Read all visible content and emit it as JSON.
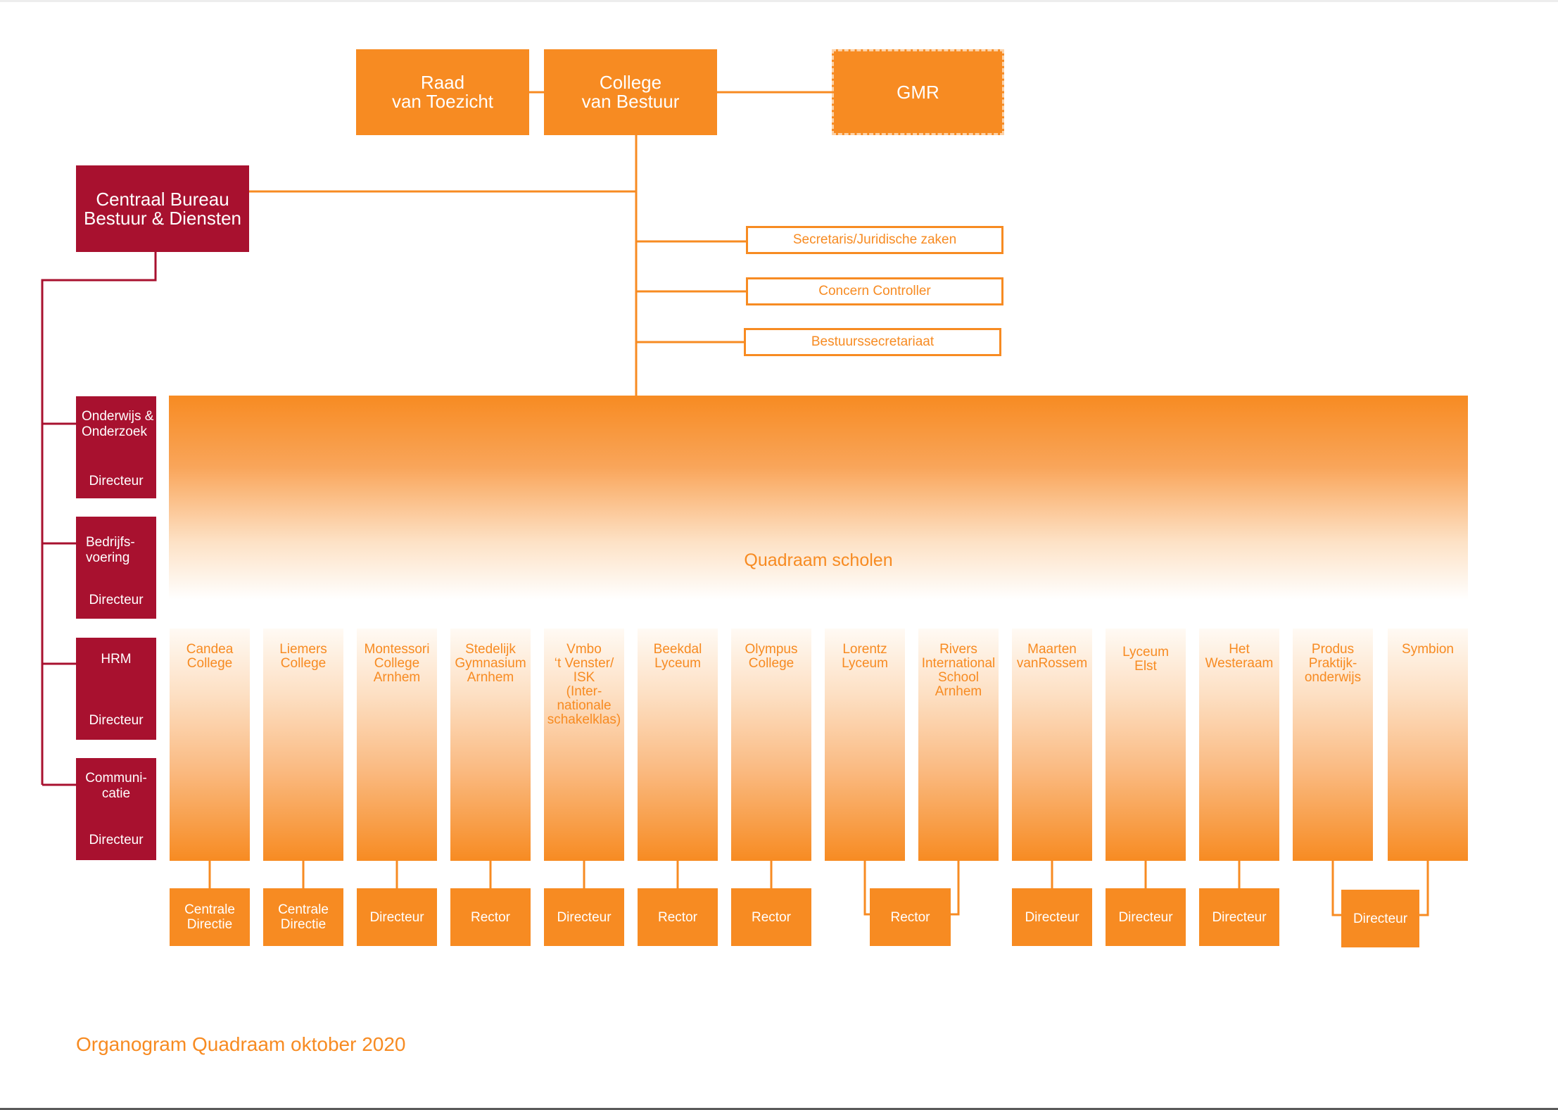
{
  "governance": {
    "raad": "Raad\nvan Toezicht",
    "college": "College\nvan Bestuur",
    "gmr": "GMR"
  },
  "staff": {
    "secretaris": "Secretaris/Juridische zaken",
    "controller": "Concern Controller",
    "secretariaat": "Bestuurssecretariaat"
  },
  "central_bureau": {
    "title": "Centraal Bureau\nBestuur & Diensten",
    "departments": [
      {
        "name": "Onderwijs &\nOnderzoek",
        "role": "Directeur"
      },
      {
        "name": "Bedrijfs-\nvoering",
        "role": "Directeur"
      },
      {
        "name": "HRM",
        "role": "Directeur"
      },
      {
        "name": "Communi-\ncatie",
        "role": "Directeur"
      }
    ]
  },
  "schools_group": {
    "label": "Quadraam scholen"
  },
  "schools": [
    {
      "name": "Candea\nCollege"
    },
    {
      "name": "Liemers\nCollege"
    },
    {
      "name": "Montessori\nCollege\nArnhem"
    },
    {
      "name": "Stedelijk\nGymnasium\nArnhem"
    },
    {
      "name": "Vmbo\n‘t Venster/\nISK\n(Inter-\nnationale\nschakelklas)"
    },
    {
      "name": "Beekdal\nLyceum"
    },
    {
      "name": "Olympus\nCollege"
    },
    {
      "name": "Lorentz\nLyceum"
    },
    {
      "name": "Rivers\nInternational\nSchool\nArnhem"
    },
    {
      "name": "Maarten\nvanRossem"
    },
    {
      "name": "Lyceum\nElst"
    },
    {
      "name": "Het\nWesteraam"
    },
    {
      "name": "Produs\nPraktijk-\nonderwijs"
    },
    {
      "name": "Symbion"
    }
  ],
  "leadership": [
    {
      "label": "Centrale\nDirectie"
    },
    {
      "label": "Centrale\nDirectie"
    },
    {
      "label": "Directeur"
    },
    {
      "label": "Rector"
    },
    {
      "label": "Directeur"
    },
    {
      "label": "Rector"
    },
    {
      "label": "Rector"
    },
    {
      "label": "Rector"
    },
    {
      "label": "Directeur"
    },
    {
      "label": "Directeur"
    },
    {
      "label": "Directeur"
    },
    {
      "label": "Directeur"
    }
  ],
  "footer": "Organogram Quadraam oktober 2020",
  "colors": {
    "orange": "#f78b22",
    "crimson": "#a8112f"
  }
}
